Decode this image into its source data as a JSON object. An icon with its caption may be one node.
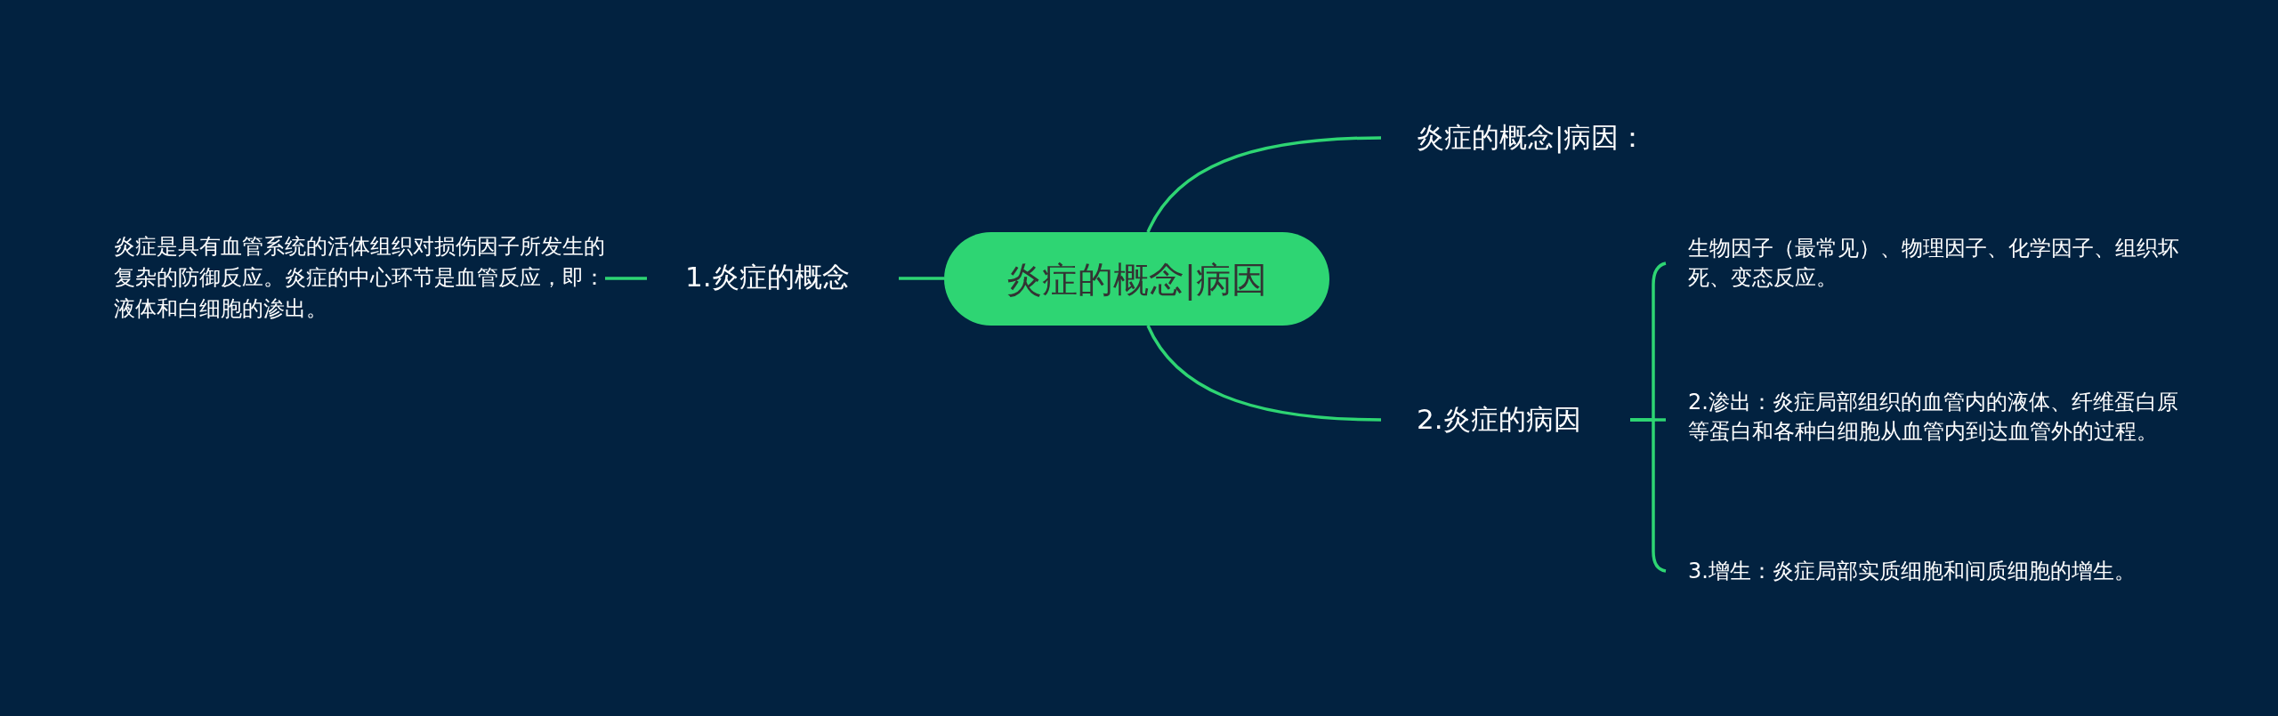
{
  "diagram": {
    "nodes": [
      {
        "text": [
          "炎症的概念|病因"
        ]
      },
      {
        "text": [
          "炎症的概念|病因："
        ]
      },
      {
        "text": [
          "1.炎症的概念"
        ]
      },
      {
        "text": [
          "炎症是具有血管系统的活体组织对损伤因子所发生的复杂的防御反应。炎症的中心环节是血管反应，即：液体和白细胞的渗出。"
        ]
      },
      {
        "text": [
          "2.炎症的病因"
        ]
      },
      {
        "text": [
          "生物因子（最常见）、物理因子、化学因子、组织坏死、变态反应。"
        ]
      },
      {
        "text": [
          "2.渗出：炎症局部组织的血管内的液体、纤维蛋白原等蛋白和各种白细胞从血管内到达血管外的过程。"
        ]
      },
      {
        "text": [
          "3.增生：炎症局部实质细胞和间质细胞的增生。"
        ]
      }
    ],
    "edges": [
      {
        "from": 0,
        "to": 1,
        "arrow": "none"
      },
      {
        "from": 0,
        "to": 4,
        "arrow": "none"
      },
      {
        "from": 0,
        "to": 2,
        "arrow": "none"
      },
      {
        "from": 2,
        "to": 3,
        "arrow": "none"
      },
      {
        "from": 4,
        "to": 5,
        "arrow": "none"
      },
      {
        "from": 4,
        "to": 6,
        "arrow": "none"
      },
      {
        "from": 4,
        "to": 7,
        "arrow": "none"
      }
    ]
  }
}
